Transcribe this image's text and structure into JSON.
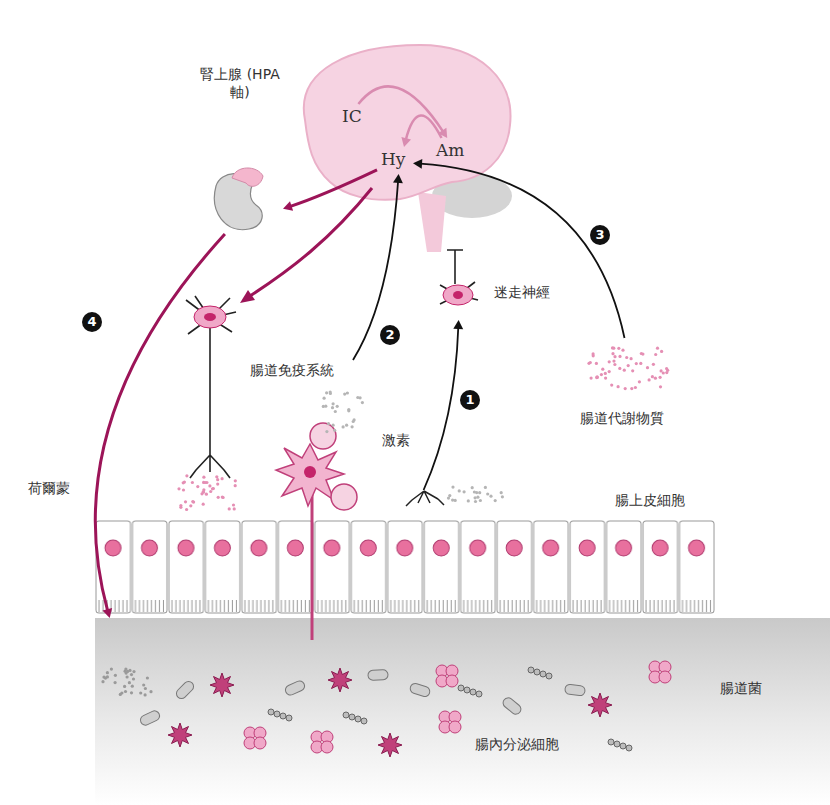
{
  "diagram": {
    "nodes": [
      {
        "text": [
          "IC"
        ]
      },
      {
        "text": [
          "Hy"
        ]
      },
      {
        "text": [
          "Am"
        ]
      },
      {
        "text": [
          "腎上腺 (HPA軸)"
        ]
      },
      {
        "text": [
          "腸道免疫系統"
        ]
      },
      {
        "text": [
          "迷走神經"
        ]
      },
      {
        "text": [
          "腸道代謝物質"
        ]
      },
      {
        "text": [
          "腸上皮細胞"
        ]
      },
      {
        "text": [
          "腸道菌",
          "腸內分泌細胞"
        ]
      }
    ],
    "edges": [
      {
        "from": 0,
        "to": 2,
        "arrow": "to"
      },
      {
        "from": 2,
        "to": 1,
        "arrow": "to"
      },
      {
        "from": 1,
        "to": 3,
        "arrow": "to"
      },
      {
        "from": 3,
        "to": 8,
        "arrow": "to"
      },
      {
        "from": 4,
        "to": 1,
        "arrow": "to"
      },
      {
        "from": 7,
        "to": 5,
        "arrow": "to"
      },
      {
        "from": 6,
        "to": 1,
        "arrow": "to"
      }
    ],
    "labels": [
      "激素",
      "荷爾蒙",
      "1",
      "2",
      "3",
      "4"
    ]
  }
}
